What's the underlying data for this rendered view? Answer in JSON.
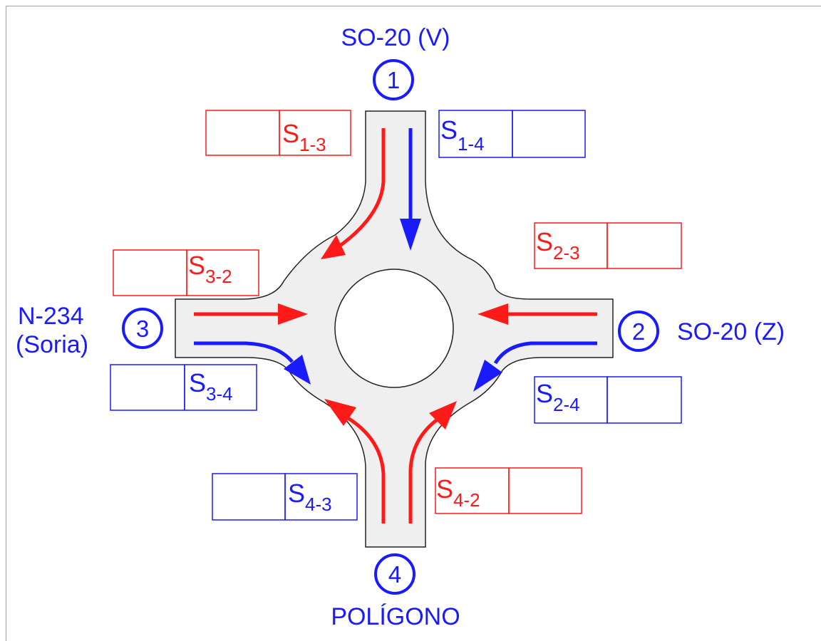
{
  "colors": {
    "red": "#ff1a1a",
    "blue": "#1a1aff",
    "road_fill": "#efefef",
    "outline": "#222222"
  },
  "nodes": [
    {
      "id": "1",
      "number": "1",
      "name_lines": [
        "SO-20 (V)"
      ]
    },
    {
      "id": "2",
      "number": "2",
      "name_lines": [
        "SO-20 (Z)"
      ]
    },
    {
      "id": "3",
      "number": "3",
      "name_lines": [
        "N-234",
        "(Soria)"
      ]
    },
    {
      "id": "4",
      "number": "4",
      "name_lines": [
        "POLÍGONO"
      ]
    }
  ],
  "flows": [
    {
      "id": "1-3",
      "base": "S",
      "sub": "1-3",
      "color": "red"
    },
    {
      "id": "1-4",
      "base": "S",
      "sub": "1-4",
      "color": "blue"
    },
    {
      "id": "2-3",
      "base": "S",
      "sub": "2-3",
      "color": "red"
    },
    {
      "id": "3-2",
      "base": "S",
      "sub": "3-2",
      "color": "red"
    },
    {
      "id": "3-4",
      "base": "S",
      "sub": "3-4",
      "color": "blue"
    },
    {
      "id": "2-4",
      "base": "S",
      "sub": "2-4",
      "color": "blue"
    },
    {
      "id": "4-3",
      "base": "S",
      "sub": "4-3",
      "color": "blue"
    },
    {
      "id": "4-2",
      "base": "S",
      "sub": "4-2",
      "color": "red"
    }
  ],
  "arrows": [
    {
      "flow": "1-3",
      "color": "red"
    },
    {
      "flow": "1-4",
      "color": "blue"
    },
    {
      "flow": "3-2",
      "color": "red"
    },
    {
      "flow": "3-4",
      "color": "blue"
    },
    {
      "flow": "2-3",
      "color": "red"
    },
    {
      "flow": "2-4",
      "color": "blue"
    },
    {
      "flow": "4-3",
      "color": "red"
    },
    {
      "flow": "4-2",
      "color": "red"
    }
  ]
}
